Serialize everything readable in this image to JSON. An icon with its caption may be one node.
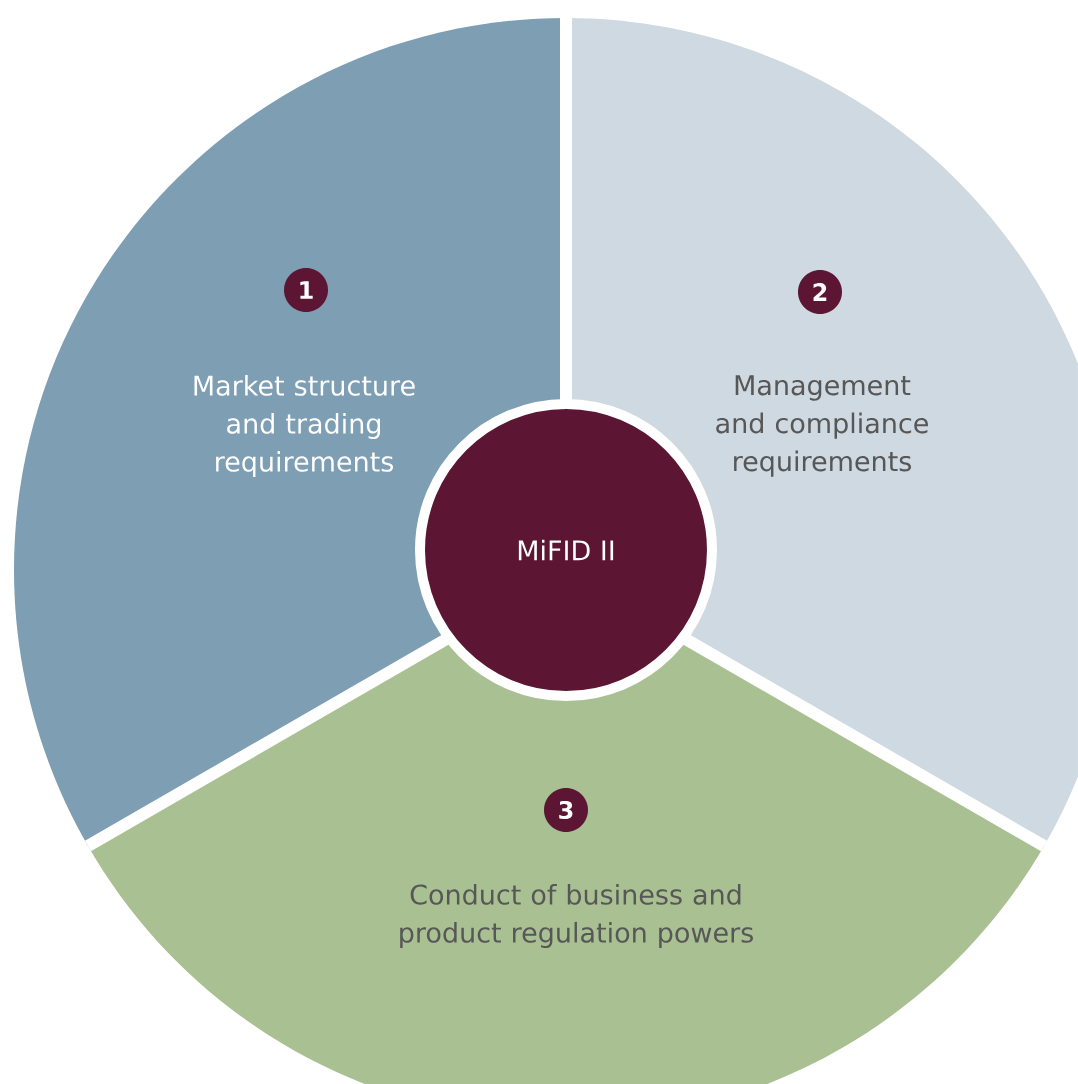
{
  "diagram": {
    "nodes": [
      {
        "text": [
          "1",
          "Market structure and trading requirements"
        ]
      },
      {
        "text": [
          "2",
          "Management and compliance requirements"
        ]
      },
      {
        "text": [
          "3",
          "Conduct of business and product regulation powers"
        ]
      },
      {
        "text": [
          "MiFID II"
        ]
      }
    ]
  }
}
